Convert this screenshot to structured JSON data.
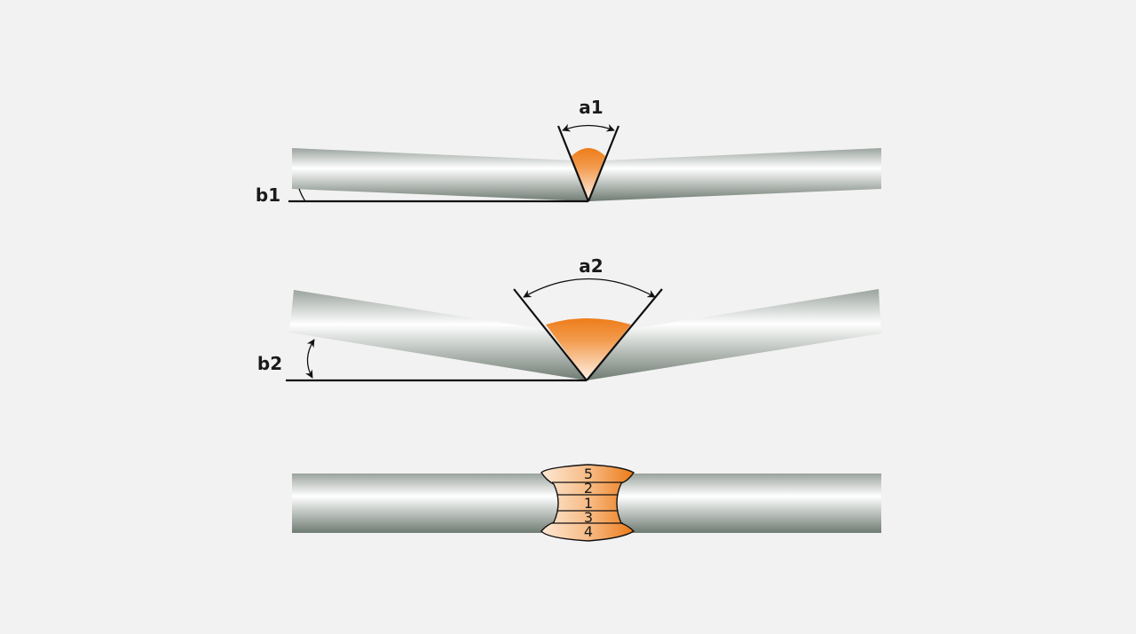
{
  "colors": {
    "background": "#f2f2f2",
    "weld_orange": "#ee7d1a",
    "weld_light": "#fde6cf",
    "pipe_dark": "#7f8a82",
    "pipe_light": "#ffffff",
    "outline": "#111111"
  },
  "diagram_top": {
    "angle_label": "a1",
    "base_label": "b1"
  },
  "diagram_middle": {
    "angle_label": "a2",
    "base_label": "b2"
  },
  "diagram_bottom": {
    "passes": [
      "5",
      "2",
      "1",
      "3",
      "4"
    ]
  }
}
